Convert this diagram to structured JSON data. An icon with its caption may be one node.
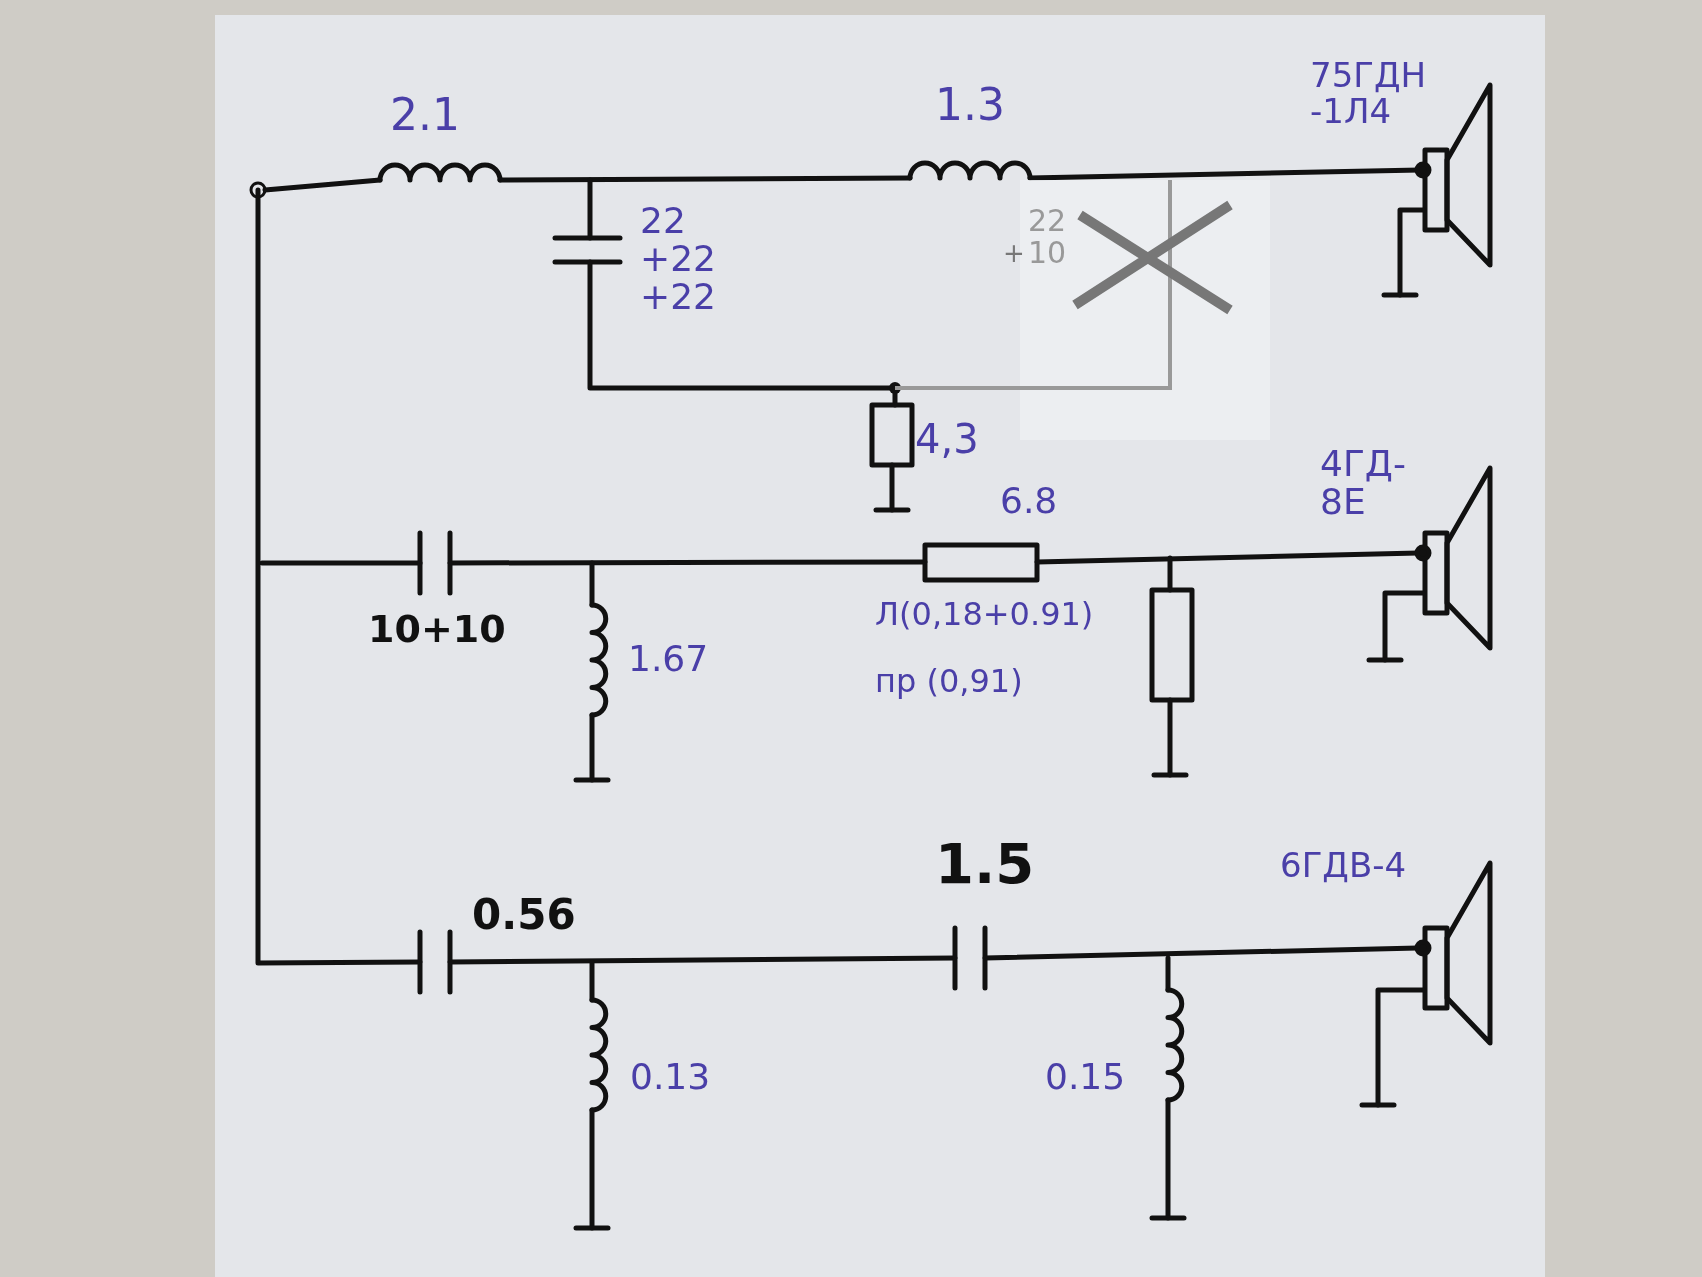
{
  "diagram": {
    "labels": [
      "2.1",
      "1.3",
      "75ГДН -1Л4",
      "22 +22 +22",
      "+",
      "22 10",
      "4,3",
      "6.8",
      "4ГД- 8Е",
      "10+10",
      "1.67",
      "Л(0,18+0.91)",
      "пр (0,91)",
      "1.5",
      "0.56",
      "6ГДВ-4",
      "0.13",
      "0.15"
    ]
  }
}
